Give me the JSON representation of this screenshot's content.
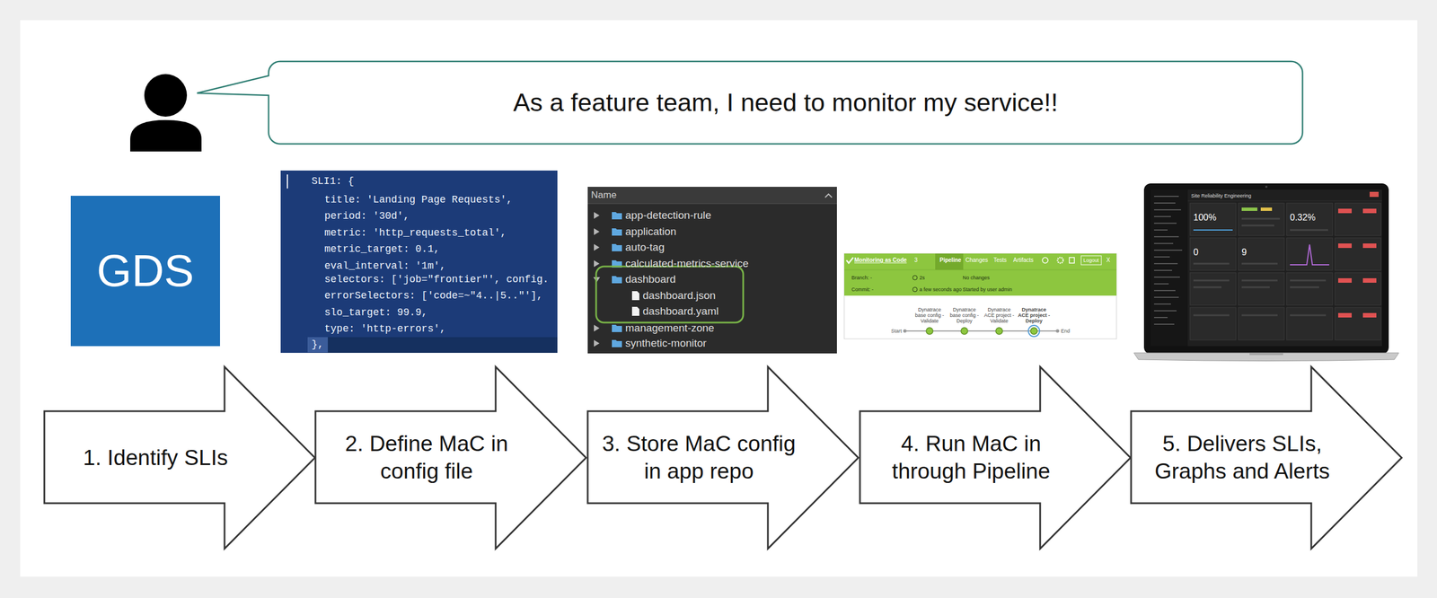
{
  "diagram": {
    "nodes": [
      {
        "text": [
          "As a feature team, I need to monitor my service!!"
        ]
      },
      {
        "text": [
          "GDS"
        ]
      },
      {
        "text": [
          "1. Identify SLIs"
        ]
      },
      {
        "text": [
          "2. Define MaC in config file"
        ]
      },
      {
        "text": [
          "3. Store MaC config in app repo"
        ]
      },
      {
        "text": [
          "4. Run MaC in through Pipeline"
        ]
      },
      {
        "text": [
          "5. Delivers SLIs, Graphs and Alerts"
        ]
      }
    ],
    "labels": [
      "SLI1: {",
      "title: 'Landing Page Requests',",
      "period: '30d',",
      "metric: 'http_requests_total',",
      "metric_target: 0.1,",
      "eval_interval: '1m',",
      "selectors: ['job=\"frontier\"', config.",
      "errorSelectors: ['code=~\"4..|5..\"'],",
      "slo_target: 99.9,",
      "type: 'http-errors',",
      "},",
      "Name",
      "app-detection-rule",
      "application",
      "auto-tag",
      "calculated-metrics-service",
      "dashboard",
      "dashboard.json",
      "dashboard.yaml",
      "management-zone",
      "synthetic-monitor",
      "Monitoring as Code",
      "3",
      "Pipeline",
      "Changes",
      "Tests",
      "Artifacts",
      "Logout",
      "X",
      "Branch: -",
      "2s",
      "No changes",
      "Commit: -",
      "a few seconds ago",
      "Started by user admin",
      "Dynatrace base config - Validate",
      "Dynatrace base config - Deploy",
      "Dynatrace ACE project - Validate",
      "Dynatrace ACE project - Deploy",
      "Start",
      "End",
      "Site Reliability Engineering",
      "100%",
      "0.32%",
      "0",
      "9"
    ]
  }
}
